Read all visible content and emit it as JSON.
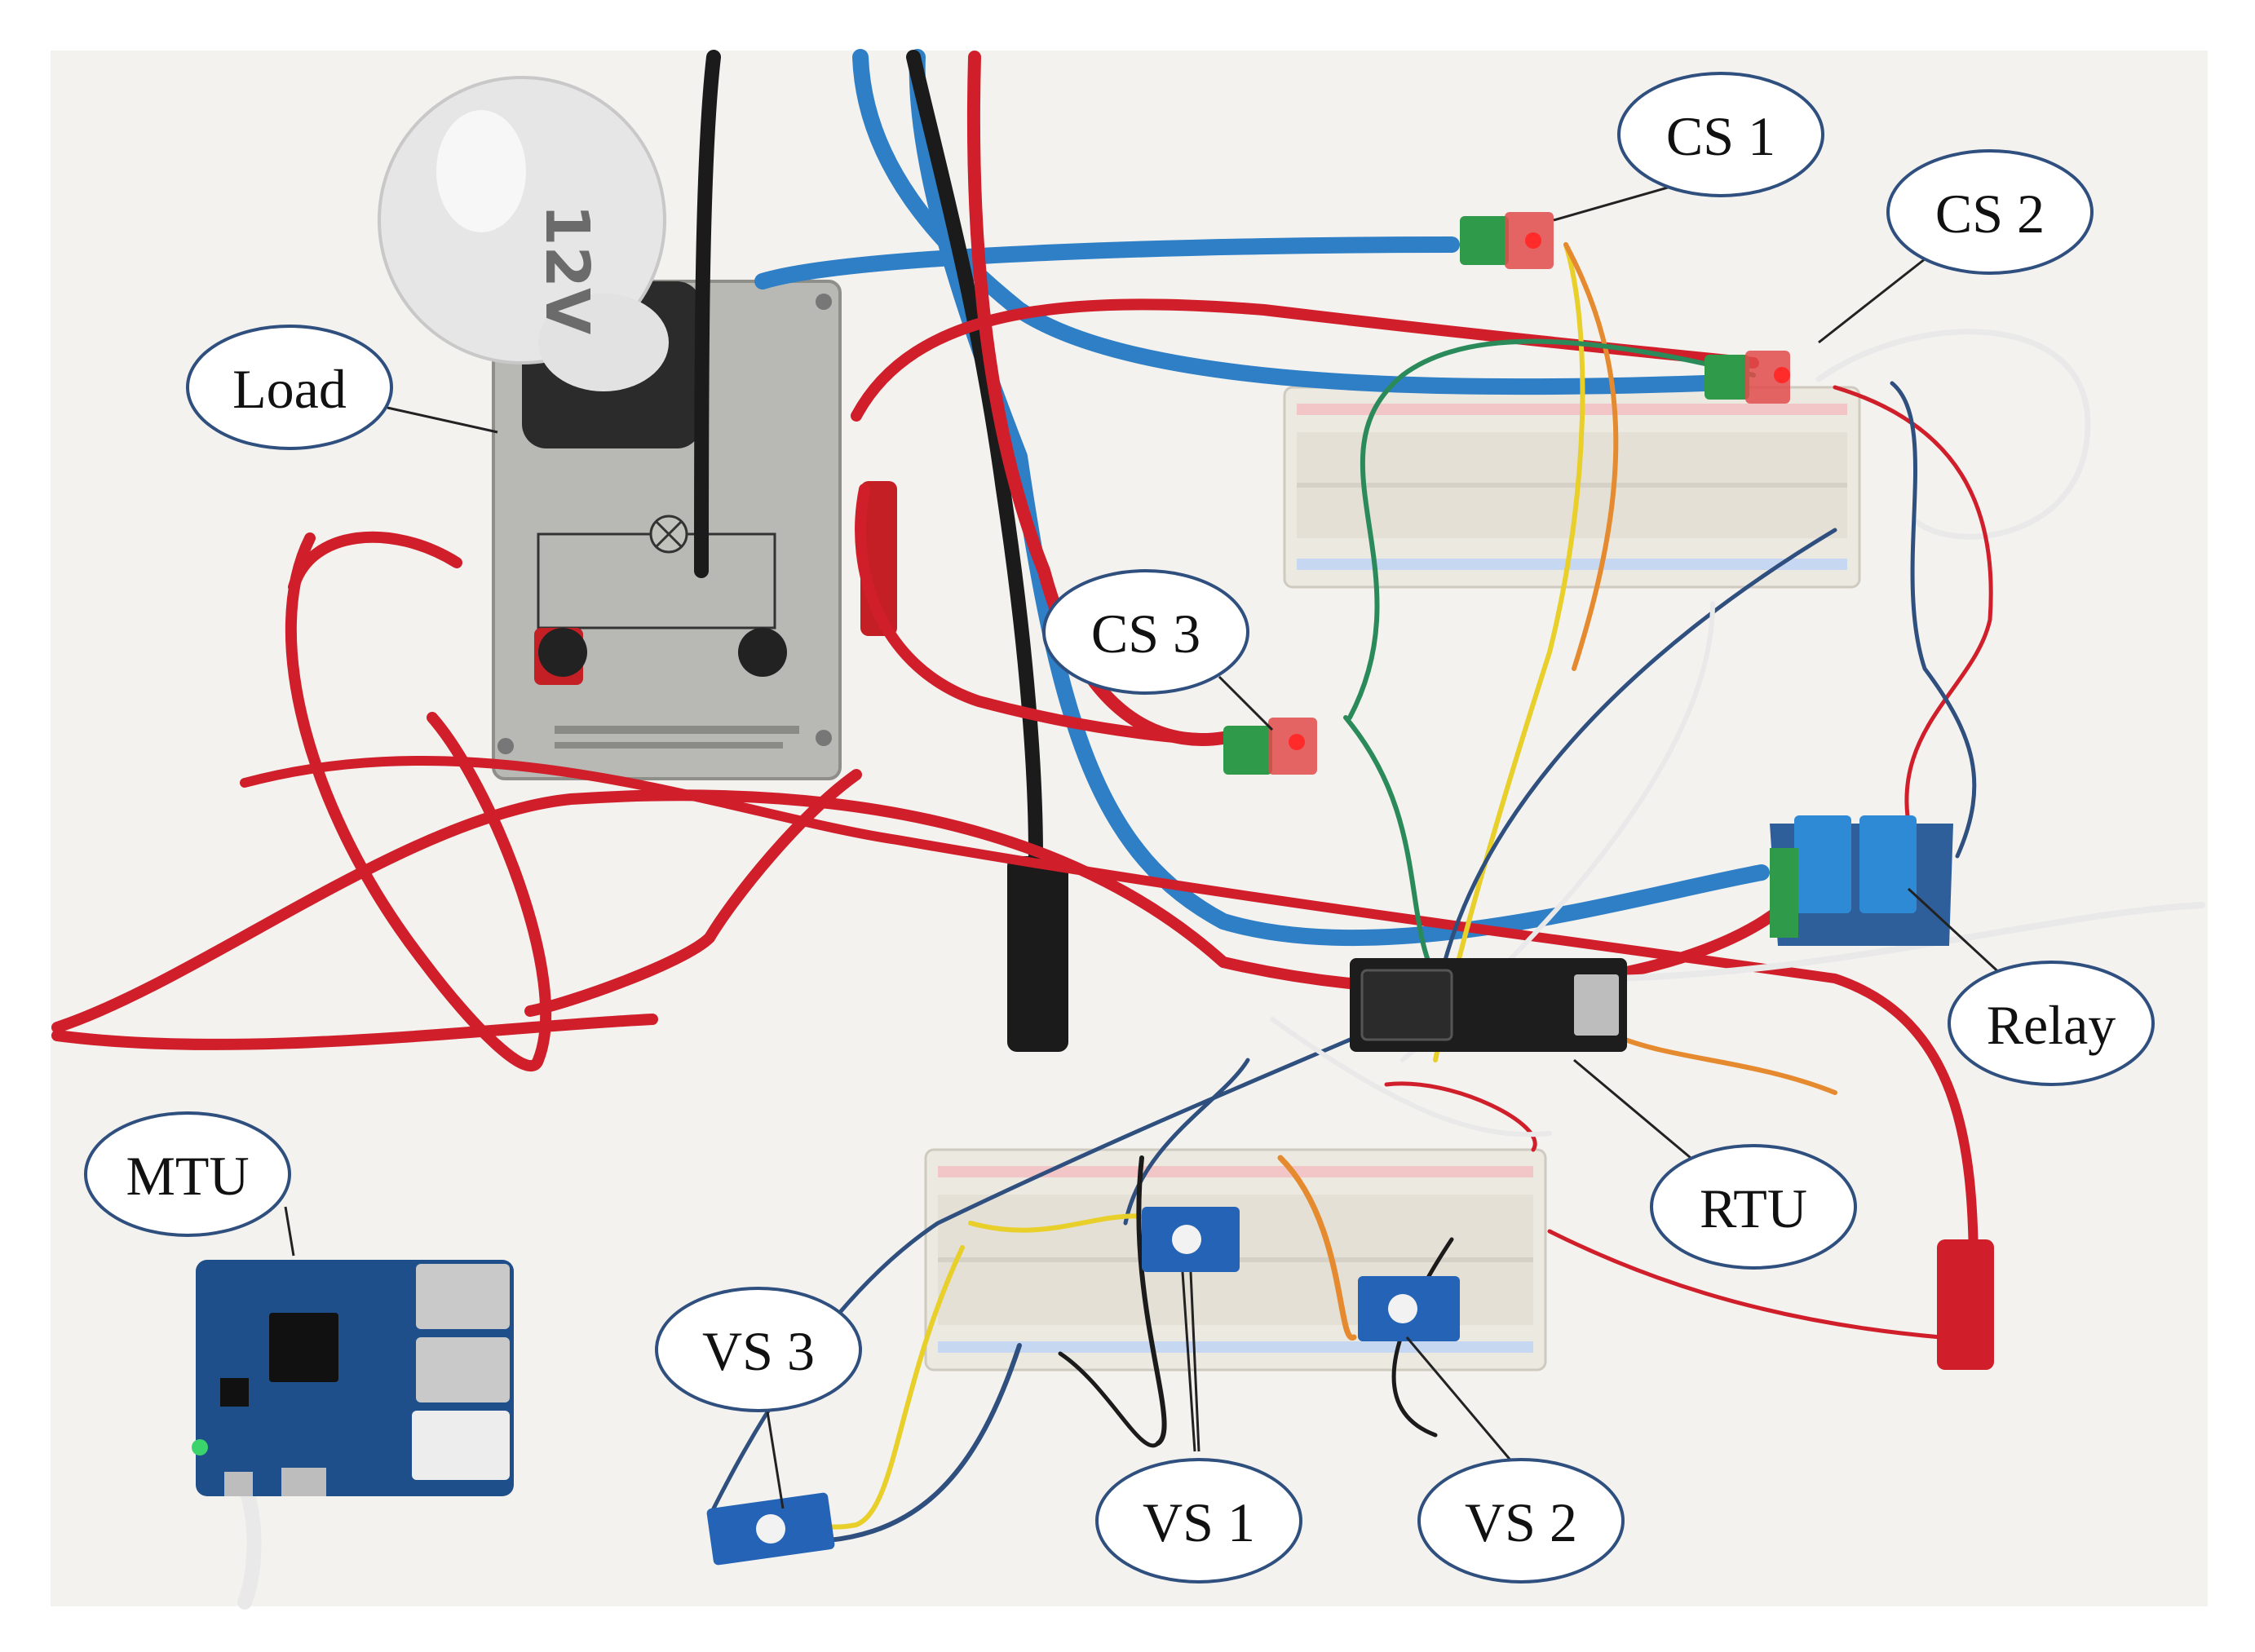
{
  "figure": {
    "labels": {
      "cs1": "CS 1",
      "cs2": "CS 2",
      "cs3": "CS 3",
      "load": "Load",
      "mtu": "MTU",
      "relay": "Relay",
      "rtu": "RTU",
      "vs1": "VS 1",
      "vs2": "VS 2",
      "vs3": "VS 3"
    },
    "bulb_marking": "12V"
  },
  "colors": {
    "background": "#f4f3f1",
    "wire_red": "#d01f2a",
    "wire_blue": "#2f7fc6",
    "wire_black": "#1b1b1b",
    "wire_yellow": "#e8cf2a",
    "wire_green": "#2b8a5a",
    "wire_white": "#e9e9e9",
    "wire_orange": "#e58a2e",
    "ellipse_stroke": "#2f4f7f"
  }
}
